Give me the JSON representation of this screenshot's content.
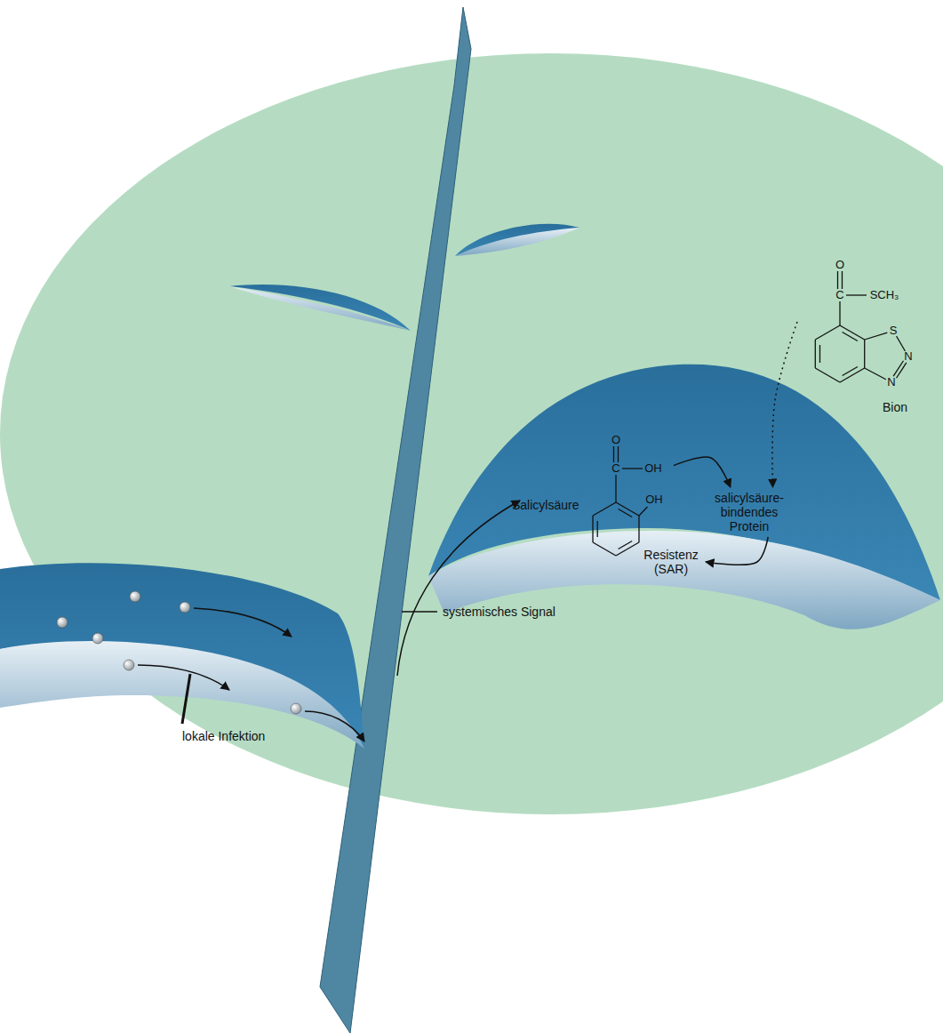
{
  "diagram": {
    "nodes": [
      {
        "text": [
          "Bion"
        ]
      },
      {
        "text": [
          "Salicylsäure"
        ]
      },
      {
        "text": [
          "salicylsäure-bindendes Protein"
        ]
      },
      {
        "text": [
          "Resistenz (SAR)"
        ]
      }
    ],
    "edges": [
      {
        "from": 1,
        "to": 2,
        "arrow": "to"
      },
      {
        "from": 0,
        "to": 2,
        "arrow": "to"
      },
      {
        "from": 2,
        "to": 3,
        "arrow": "to"
      }
    ],
    "labels": [
      "lokale Infektion",
      "systemisches Signal",
      "O",
      "C",
      "OH",
      "OH",
      "O",
      "C",
      "SCH₃",
      "S",
      "N",
      "N"
    ]
  }
}
